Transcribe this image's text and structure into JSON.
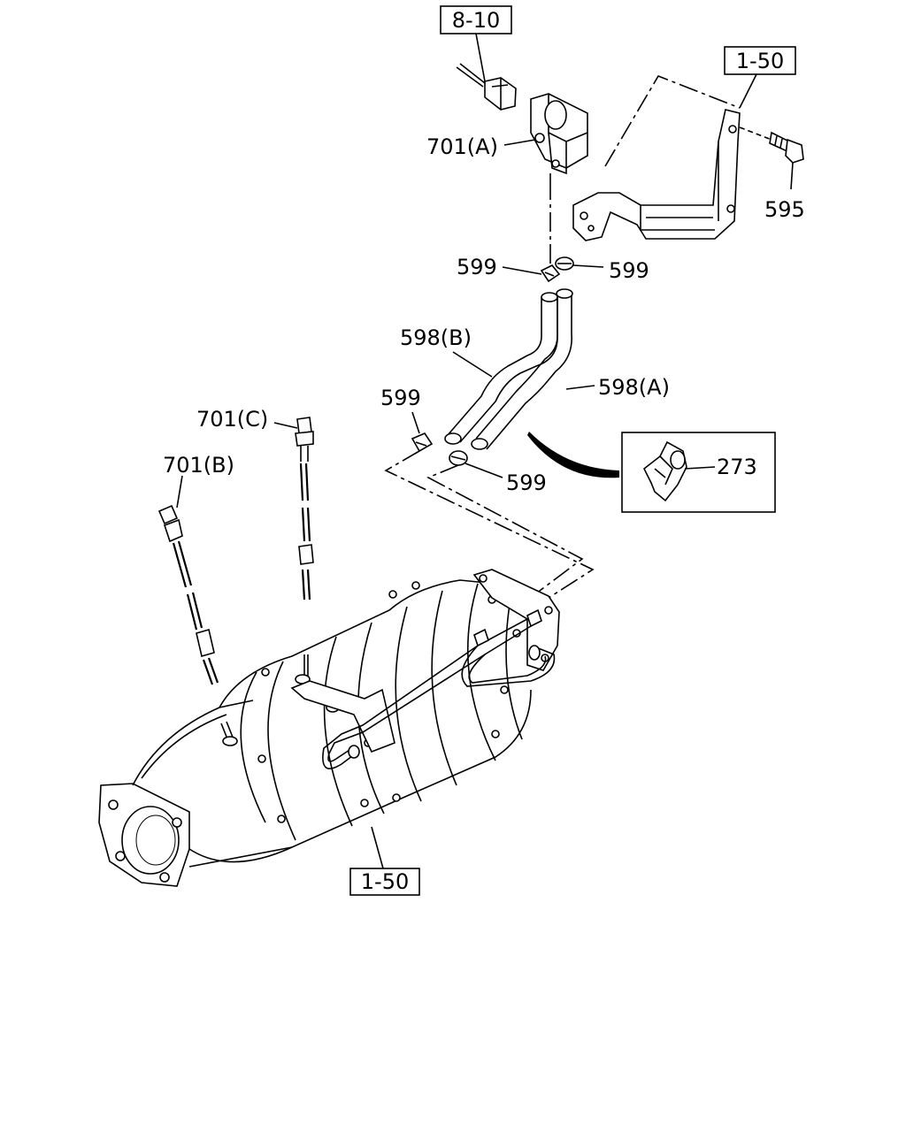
{
  "diagram": {
    "refs": {
      "top_ref": "8-10",
      "bracket_ref": "1-50",
      "dpf_ref": "1-50"
    },
    "callouts": {
      "sensor_a": "701(A)",
      "bolt": "595",
      "clip_left_top": "599",
      "clip_right_top": "599",
      "hose_b": "598(B)",
      "hose_a": "598(A)",
      "clip_left_bottom": "599",
      "clip_right_bottom": "599",
      "sensor_c": "701(C)",
      "sensor_b": "701(B)",
      "clip_detail": "273"
    }
  }
}
